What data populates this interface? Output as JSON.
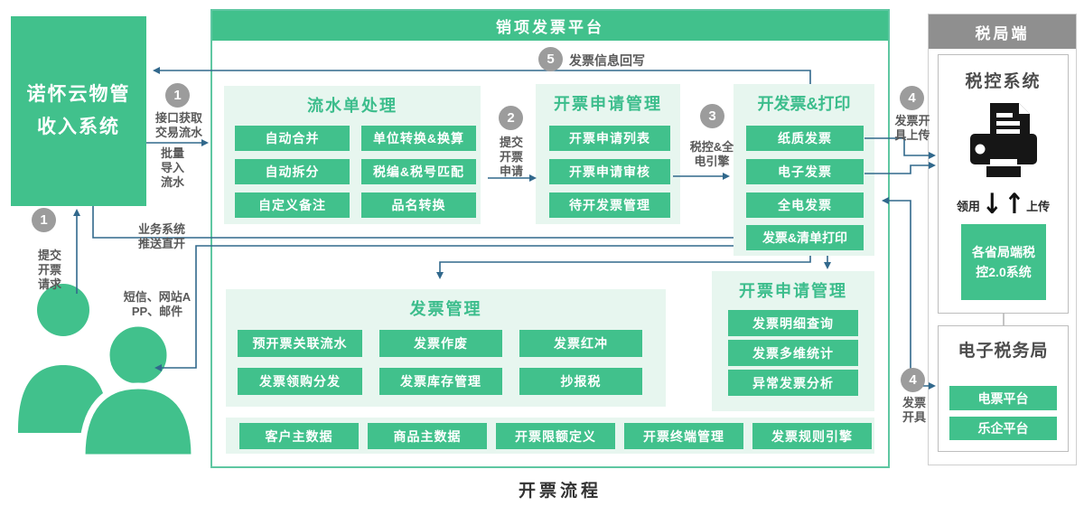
{
  "page": {
    "caption": "开票流程"
  },
  "colors": {
    "green": "#41C18C",
    "panel_bg": "#E7F6EF",
    "platform_border": "#5FC7A2",
    "connector_blue": "#31688C",
    "step_circle_gray": "#9C9C9C",
    "tax_header_gray": "#8F8F8F",
    "title_green": "#3CBD8C"
  },
  "left_system": {
    "line1": "诺怀云物管",
    "line2": "收入系统"
  },
  "users": {
    "notify_label": "短信、网站APP、邮件",
    "submit": {
      "num": "1",
      "label": "提交开票请求"
    }
  },
  "flows": {
    "interface": {
      "num": "1",
      "label": "接口获取交易流水"
    },
    "batch": "批量导入流水",
    "push_direct": "业务系统推送直开",
    "submit_apply": {
      "num": "2",
      "label": "提交开票申请"
    },
    "engine": {
      "num": "3",
      "label": "税控&全电引擎"
    },
    "issue_upload": {
      "num": "4",
      "label": "发票开具上传"
    },
    "issue": {
      "num": "4",
      "label": "发票开具"
    },
    "writeback": {
      "num": "5",
      "label": "发票信息回写"
    }
  },
  "platform": {
    "title": "销项发票平台",
    "flow_panel": {
      "title": "流水单处理",
      "items": [
        "自动合并",
        "单位转换&换算",
        "自动拆分",
        "税编&税号匹配",
        "自定义备注",
        "品名转换"
      ]
    },
    "apply_panel": {
      "title": "开票申请管理",
      "items": [
        "开票申请列表",
        "开票申请审核",
        "待开发票管理"
      ]
    },
    "issue_panel": {
      "title": "开发票&打印",
      "items": [
        "纸质发票",
        "电子发票",
        "全电发票",
        "发票&清单打印"
      ]
    },
    "invoice_panel": {
      "title": "发票管理",
      "items": [
        "预开票关联流水",
        "发票作废",
        "发票红冲",
        "发票领购分发",
        "发票库存管理",
        "抄报税"
      ]
    },
    "stats_panel": {
      "title": "开票申请管理",
      "items": [
        "发票明细查询",
        "发票多维统计",
        "异常发票分析"
      ]
    },
    "base_items": [
      "客户主数据",
      "商品主数据",
      "开票限额定义",
      "开票终端管理",
      "发票规则引擎"
    ]
  },
  "tax_bureau": {
    "header": "税局端",
    "tax_control": {
      "title": "税控系统",
      "receive": "领用",
      "upload": "上传",
      "arrow_down": "↓",
      "arrow_up": "↑",
      "system_box": "各省局端税控2.0系统"
    },
    "e_tax": {
      "title": "电子税务局",
      "items": [
        "电票平台",
        "乐企平台"
      ]
    }
  }
}
